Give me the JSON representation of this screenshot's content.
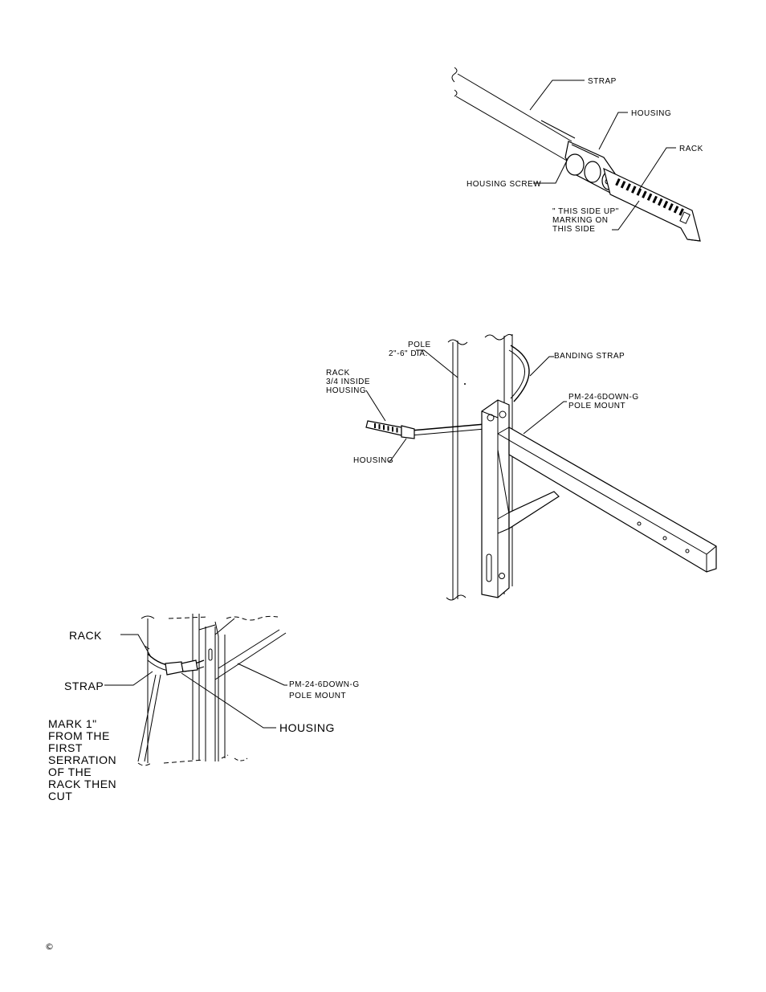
{
  "figure_top": {
    "labels": {
      "strap": "STRAP",
      "housing": "HOUSING",
      "rack": "RACK",
      "housing_screw": "HOUSING SCREW",
      "marking": [
        "\" THIS SIDE UP\"",
        "MARKING ON",
        "THIS SIDE"
      ]
    }
  },
  "figure_middle": {
    "labels": {
      "pole": [
        "POLE",
        "2\"-6\" DIA."
      ],
      "banding_strap": "BANDING STRAP",
      "rack": [
        "RACK",
        "3/4 INSIDE",
        "HOUSING"
      ],
      "pole_mount": [
        "PM-24-6DOWN-G",
        "POLE MOUNT"
      ],
      "housing": "HOUSING"
    }
  },
  "figure_bottom": {
    "labels": {
      "rack": "RACK",
      "strap": "STRAP",
      "pole_mount": [
        "PM-24-6DOWN-G",
        "POLE MOUNT"
      ],
      "housing": "HOUSING",
      "note": [
        "MARK 1\"",
        "FROM THE",
        "FIRST",
        "SERRATION",
        "OF THE",
        "RACK THEN",
        "CUT"
      ]
    }
  },
  "footer": {
    "copyright": "©"
  }
}
